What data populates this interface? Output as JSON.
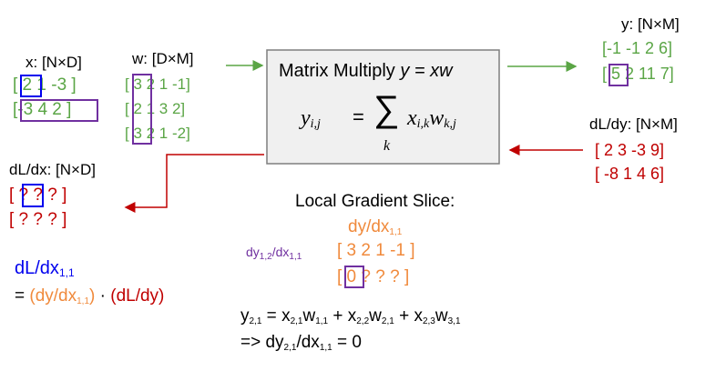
{
  "colors": {
    "green": "#5aa545",
    "red": "#c00000",
    "orange": "#f08a3c",
    "blue": "#0000ee",
    "purple": "#7030a0",
    "box_fill": "#f0f0f0",
    "box_border": "#7f7f7f"
  },
  "x_matrix": {
    "label": "x: [N×D]",
    "rows": [
      "[ 2  1 -3 ]",
      "[-3  4  2 ]"
    ]
  },
  "w_matrix": {
    "label": "w: [D×M]",
    "rows": [
      "[ 3  2  1 -1]",
      "[ 2  1  3  2]",
      "[ 3  2  1 -2]"
    ]
  },
  "y_matrix": {
    "label": "y: [N×M]",
    "rows": [
      "[-1 -1  2  6]",
      "[ 5  2  11  7]"
    ]
  },
  "dldy_matrix": {
    "label": "dL/dy: [N×M]",
    "rows": [
      "[ 2  3 -3  9]",
      "[ -8  1  4  6]"
    ]
  },
  "dldx_matrix": {
    "label": "dL/dx: [N×D]",
    "rows": [
      "[ ?  ?  ?  ]",
      "[ ?  ?  ?  ]"
    ]
  },
  "center_box": {
    "title_prefix": "Matrix Multiply ",
    "title_formula": "y = xw",
    "eq_lhs": "y",
    "eq_lhs_sub": "i,j",
    "eq_equals": "=",
    "eq_sum": "∑",
    "eq_sum_index": "k",
    "eq_x": "x",
    "eq_x_sub": "i,k",
    "eq_w": "w",
    "eq_w_sub": "k,j"
  },
  "local_gradient": {
    "title": "Local Gradient Slice:",
    "dy_dx_main": "dy/dx",
    "dy_dx_main_sub": "1,1",
    "dy_row_label": "dy",
    "dy_row_label_sub1": "1,2",
    "dy_row_label_mid": "/dx",
    "dy_row_label_sub2": "1,1",
    "row1": "[ 3  2  1 -1 ]",
    "row2": "[ 0  ?  ?  ? ]"
  },
  "dldx_formula": {
    "line1": "dL/dx",
    "line1_sub": "1,1",
    "eq": "= ",
    "paren_open": "(dy/dx",
    "paren_sub": "1,1",
    "paren_close": ")",
    "dot": " · ",
    "dldy": "(dL/dy)"
  },
  "derivation": {
    "y": "y",
    "y_sub": "2,1",
    "eq": " = ",
    "x1": "x",
    "x1_sub": "2,1",
    "w1": "w",
    "w1_sub": "1,1",
    "plus1": " + ",
    "x2": "x",
    "x2_sub": "2,2",
    "w2": "w",
    "w2_sub": "2,1",
    "plus2": " +  ",
    "x3": "x",
    "x3_sub": "2,3",
    "w3": "w",
    "w3_sub": "3,1",
    "line2_prefix": "=> dy",
    "line2_sub1": "2,1",
    "line2_mid": "/dx",
    "line2_sub2": "1,1",
    "line2_suffix": " = 0"
  }
}
